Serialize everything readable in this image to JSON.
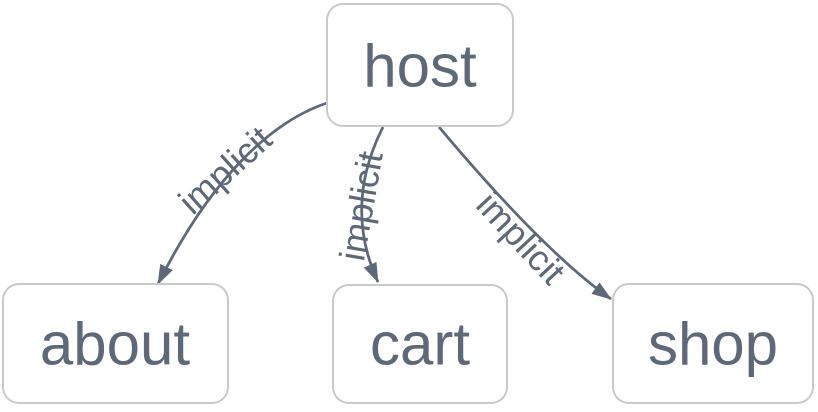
{
  "diagram": {
    "type": "graph",
    "nodes": [
      {
        "id": "host",
        "label": "host"
      },
      {
        "id": "about",
        "label": "about"
      },
      {
        "id": "cart",
        "label": "cart"
      },
      {
        "id": "shop",
        "label": "shop"
      }
    ],
    "edges": [
      {
        "from": "host",
        "to": "about",
        "label": "implicit"
      },
      {
        "from": "host",
        "to": "cart",
        "label": "implicit"
      },
      {
        "from": "host",
        "to": "shop",
        "label": "implicit"
      }
    ]
  },
  "colors": {
    "background": "#ffffff",
    "node_fill": "#ffffff",
    "node_border": "#c8c9cb",
    "node_text": "#5d6878",
    "edge": "#5d6878",
    "edge_label_text": "#5d6878"
  }
}
